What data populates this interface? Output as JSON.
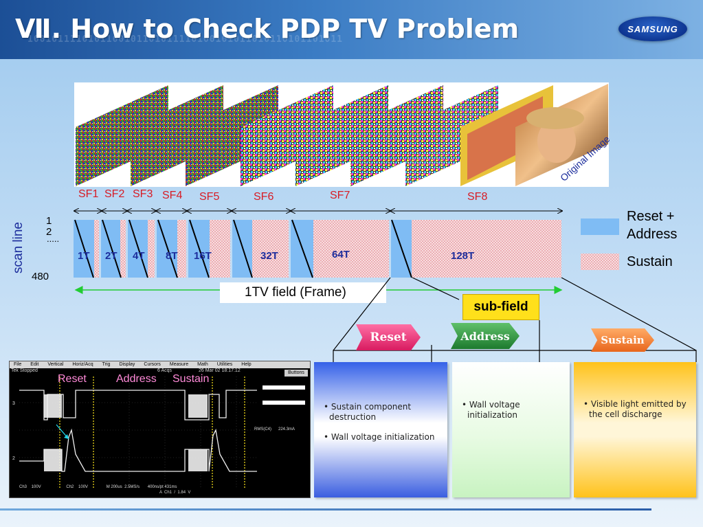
{
  "header": {
    "title": "Ⅶ. How to Check PDP TV Problem",
    "logo_text": "SAMSUNG",
    "background_binary": "1001011110101100101101011110100101011010110101101011"
  },
  "frames": {
    "original_image_label": "Original Image",
    "subfield_labels": [
      "SF1",
      "SF2",
      "SF3",
      "SF4",
      "SF5",
      "SF6",
      "SF7",
      "SF8"
    ]
  },
  "timing": {
    "scan_line_label": "scan line",
    "line_markers": [
      "1",
      "2",
      ".....",
      "480"
    ],
    "weights": [
      "1T",
      "2T",
      "4T",
      "8T",
      "16T",
      "32T",
      "64T",
      "128T"
    ],
    "frame_label": "1TV field (Frame)",
    "subfield_label": "sub-field"
  },
  "legend": {
    "reset_address": [
      "Reset +",
      "Address"
    ],
    "sustain": "Sustain"
  },
  "oscilloscope": {
    "menu": [
      "File",
      "Edit",
      "Vertical",
      "Horiz/Acq",
      "Trig",
      "Display",
      "Cursors",
      "Measure",
      "Math",
      "Utilities",
      "Help"
    ],
    "status_left": "Tek  Stopped",
    "status_mid": "6 Acqs",
    "status_right": "26 Mar 02 18:17:12",
    "buttons_label": "Buttons",
    "phase_labels": [
      "Reset",
      "Address",
      "Sustain"
    ],
    "ch_marker_3": "3",
    "ch_marker_2": "2",
    "rms_readout": "RMS(C4)      224.3mA",
    "bottom_readout": "Ch3    100V                      Ch2    100V                M 200us  2.5MS/s       400ns/pt 431ms",
    "bottom_readout2": "A  Ch1  /  1.84  V"
  },
  "stages": {
    "reset": {
      "tag": "Reset",
      "color": "#e52e73",
      "items": [
        "Sustain component destruction",
        "Wall voltage initialization"
      ]
    },
    "address": {
      "tag": "Address",
      "color": "#2a8b3c",
      "items": [
        "Wall voltage initialization"
      ]
    },
    "sustain": {
      "tag": "Sustain",
      "color": "#f07a2e",
      "items": [
        "Visible light emitted by the cell discharge"
      ]
    }
  },
  "colors": {
    "reset_address_fill": "#7fbcf4",
    "sustain_fill": "#f5d6d8",
    "sustain_dots": "#e0707a",
    "subfield_label_bg": "#ffe01b",
    "frame_arrow": "#22cc33"
  }
}
